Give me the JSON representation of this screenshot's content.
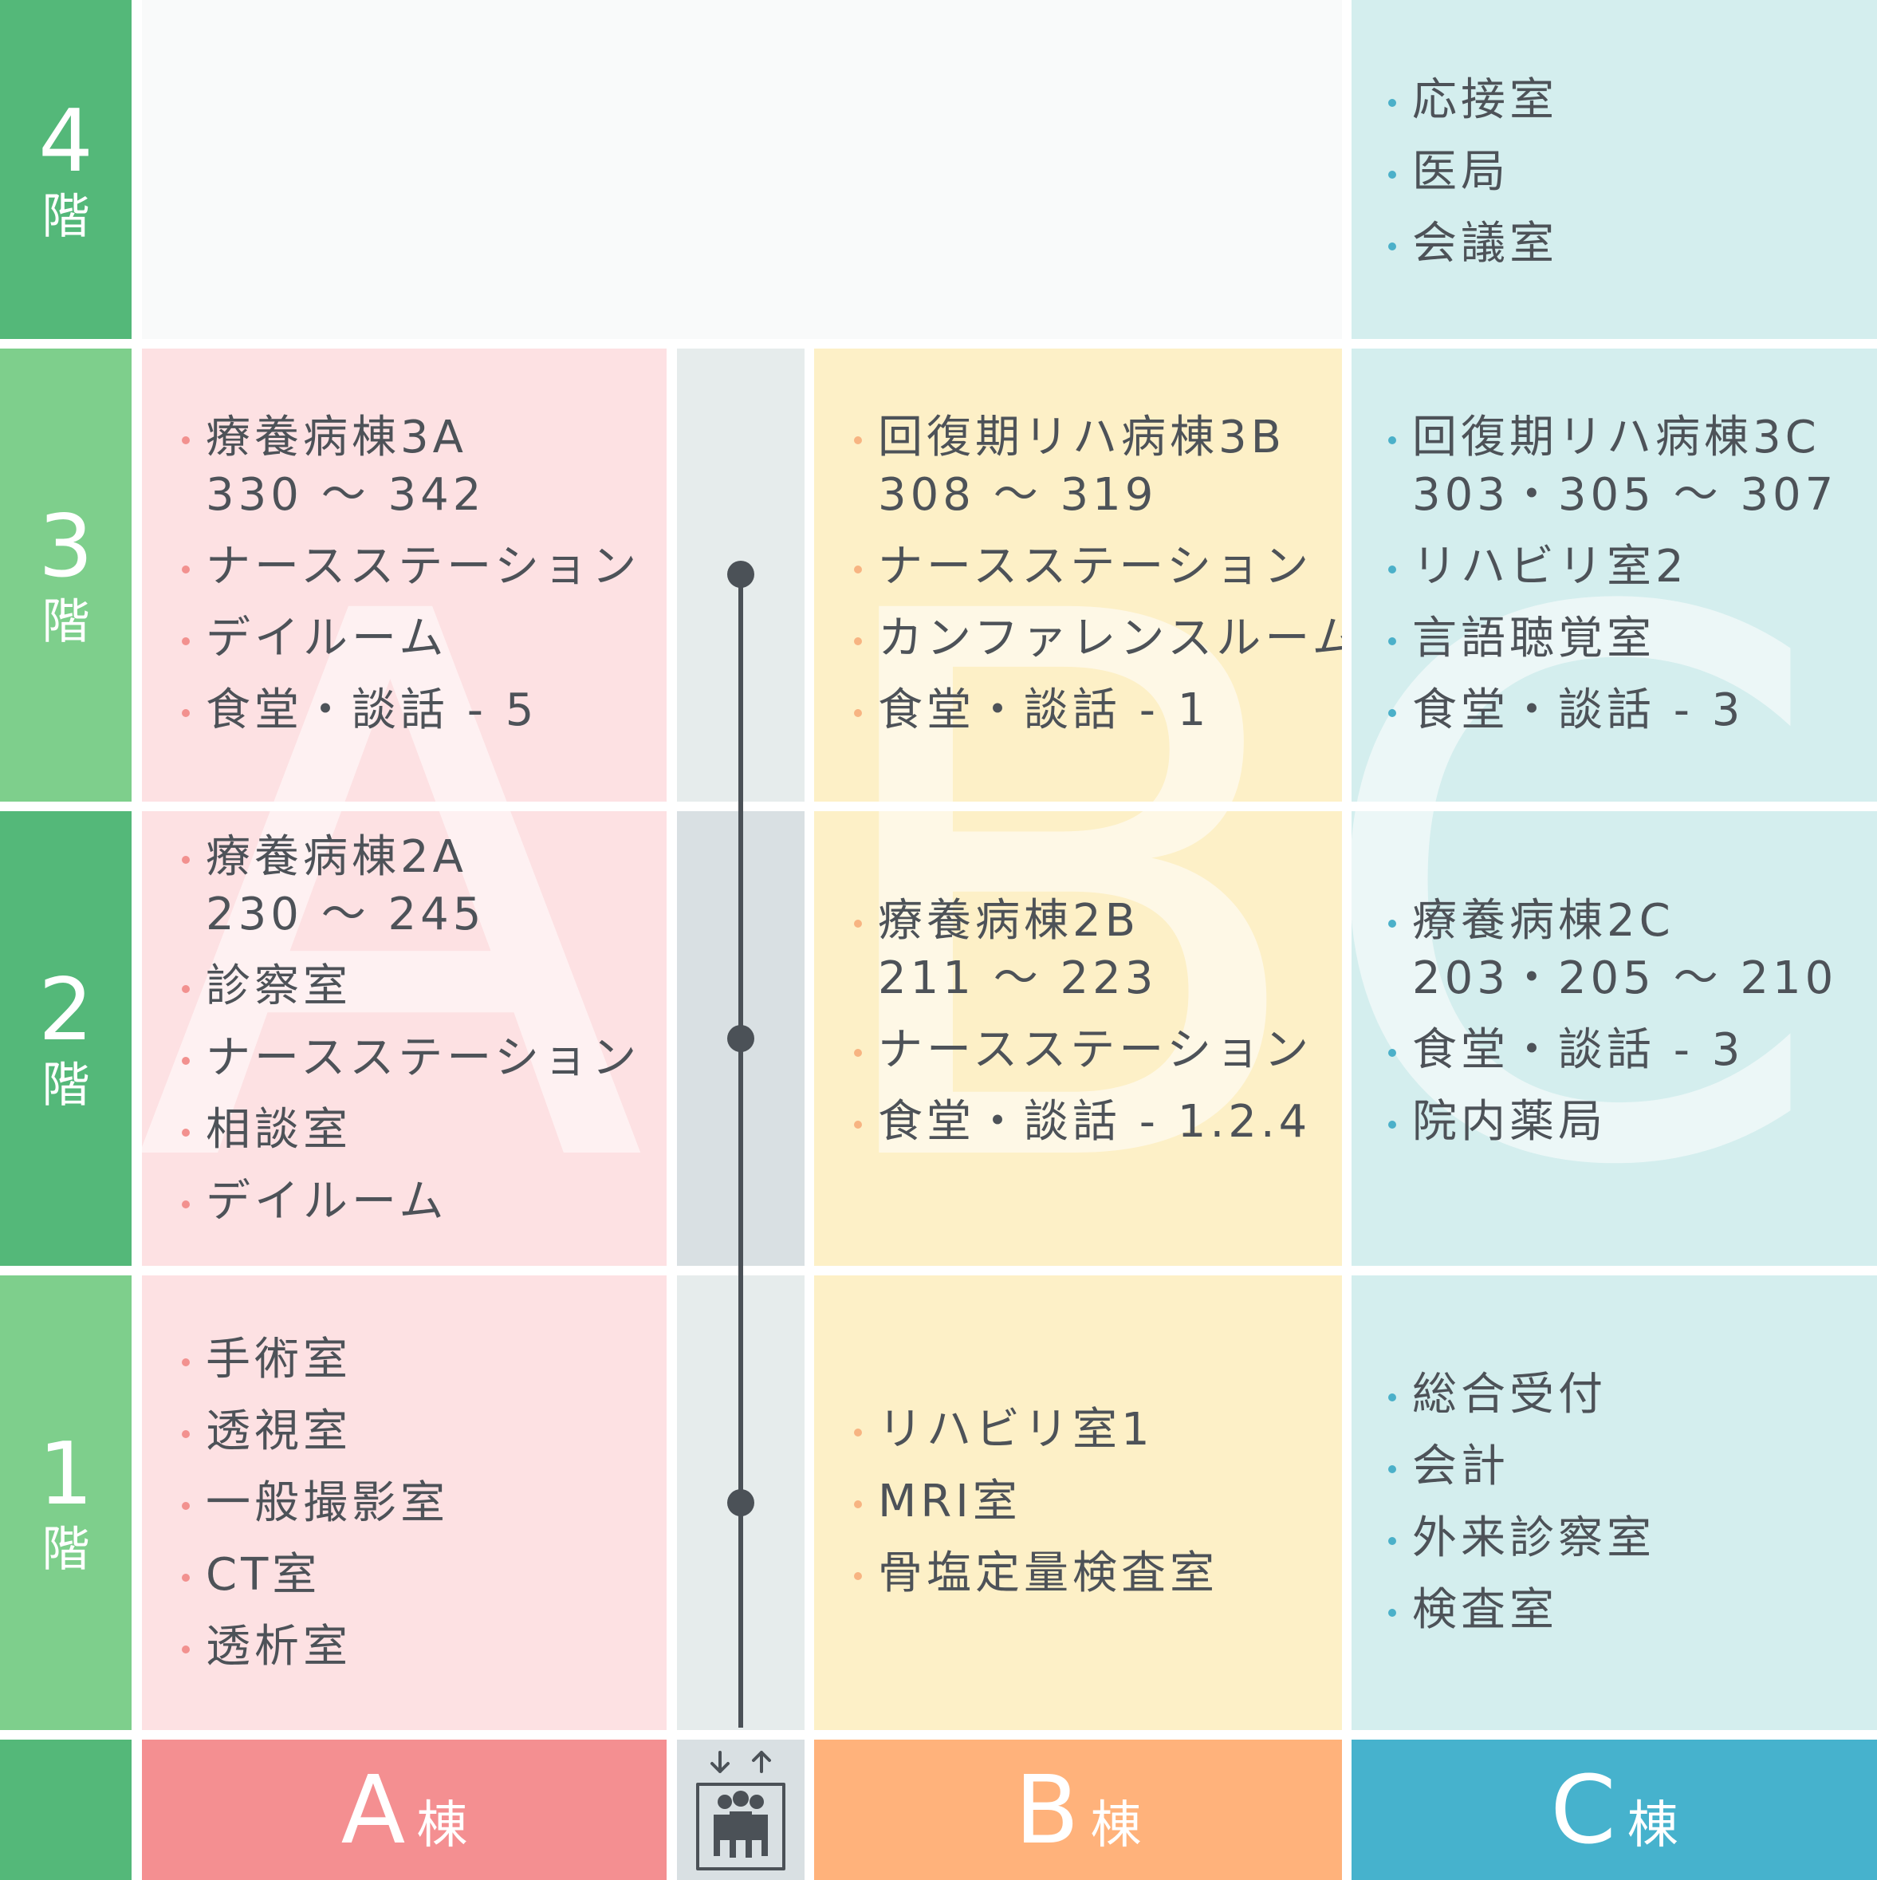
{
  "floors": [
    {
      "num": "4",
      "kai": "階"
    },
    {
      "num": "3",
      "kai": "階"
    },
    {
      "num": "2",
      "kai": "階"
    },
    {
      "num": "1",
      "kai": "階"
    }
  ],
  "building_letters": {
    "a": "A",
    "b": "B",
    "c": "C"
  },
  "buildings": [
    {
      "letter": "A",
      "suffix": "棟"
    },
    {
      "letter": "B",
      "suffix": "棟"
    },
    {
      "letter": "C",
      "suffix": "棟"
    }
  ],
  "rooms": {
    "f4_c": [
      "応接室",
      "医局",
      "会議室"
    ],
    "f3_a": {
      "ward": "療養病棟3A",
      "ward_rooms": "330 ～ 342",
      "items": [
        "ナースステーション",
        "デイルーム",
        "食堂・談話 - 5"
      ]
    },
    "f3_b": {
      "ward": "回復期リハ病棟3B",
      "ward_rooms": "308 ～ 319",
      "items": [
        "ナースステーション",
        "カンファレンスルーム",
        "食堂・談話 - 1"
      ]
    },
    "f3_c": {
      "ward": "回復期リハ病棟3C",
      "ward_rooms": "303・305 ～ 307",
      "items": [
        "リハビリ室2",
        "言語聴覚室",
        "食堂・談話 - 3"
      ]
    },
    "f2_a": {
      "ward": "療養病棟2A",
      "ward_rooms": "230 ～ 245",
      "items": [
        "診察室",
        "ナースステーション",
        "相談室",
        "デイルーム"
      ]
    },
    "f2_b": {
      "ward": "療養病棟2B",
      "ward_rooms": "211 ～ 223",
      "items": [
        "ナースステーション",
        "食堂・談話 - 1.2.4"
      ]
    },
    "f2_c": {
      "ward": "療養病棟2C",
      "ward_rooms": "203・205 ～ 210",
      "items": [
        "食堂・談話 - 3",
        "院内薬局"
      ]
    },
    "f1_a": [
      "手術室",
      "透視室",
      "一般撮影室",
      "CT室",
      "透析室"
    ],
    "f1_b": [
      "リハビリ室1",
      "MRI室",
      "骨塩定量検査室"
    ],
    "f1_c": [
      "総合受付",
      "会計",
      "外来診察室",
      "検査室"
    ]
  },
  "colors": {
    "floor_dark": "#54b879",
    "floor_light": "#7ecf8c",
    "a_bg": "#fde1e3",
    "b_bg": "#fdf0c7",
    "c_bg": "#d4eeee",
    "elev_bg": "#e6ecec",
    "elev_bg_dark": "#d9e0e3",
    "a_footer": "#f48f91",
    "b_footer": "#ffb27b",
    "c_footer": "#46b2cd",
    "elev_line": "#4b5157"
  },
  "icons": {
    "elevator": "elevator-icon"
  }
}
